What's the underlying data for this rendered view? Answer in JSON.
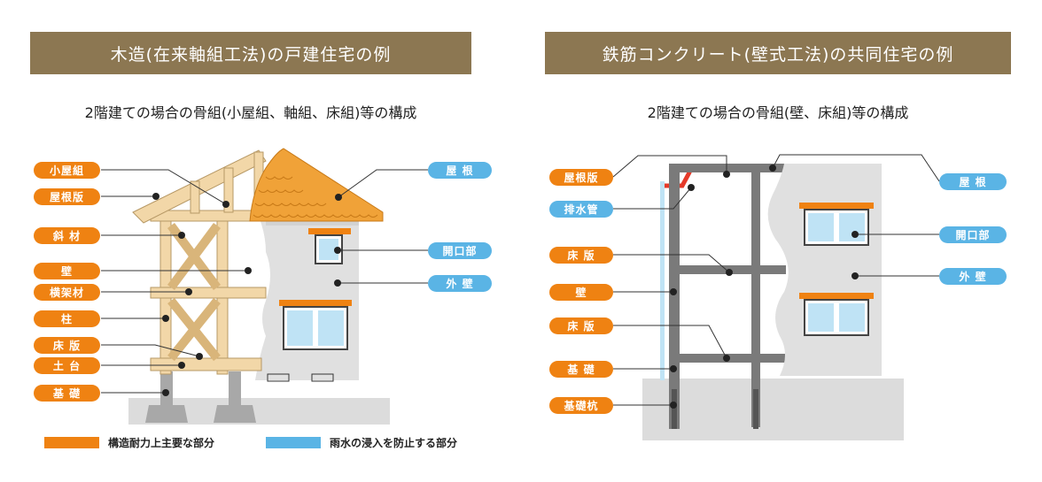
{
  "left": {
    "header": "木造(在来軸組工法)の戸建住宅の例",
    "subtitle": "2階建ての場合の骨組(小屋組、軸組、床組)等の構成",
    "labels_left": [
      "小屋組",
      "屋根版",
      "斜 材",
      "壁",
      "横架材",
      "柱",
      "床 版",
      "土 台",
      "基 礎"
    ],
    "labels_right": [
      "屋 根",
      "開口部",
      "外 壁"
    ],
    "legend": [
      {
        "text": "構造耐力上主要な部分",
        "color": "#ef8212"
      },
      {
        "text": "雨水の浸入を防止する部分",
        "color": "#5ab4e5"
      }
    ]
  },
  "right": {
    "header": "鉄筋コンクリート(壁式工法)の共同住宅の例",
    "subtitle": "2階建ての場合の骨組(壁、床組)等の構成",
    "labels_left": [
      "屋根版",
      "排水管",
      "床 版",
      "壁",
      "床 版",
      "基 礎",
      "基礎杭"
    ],
    "labels_right": [
      "屋 根",
      "開口部",
      "外 壁"
    ]
  },
  "colors": {
    "header_bg": "#8c7752",
    "structural": "#ef8212",
    "waterproof": "#5ab4e5"
  }
}
